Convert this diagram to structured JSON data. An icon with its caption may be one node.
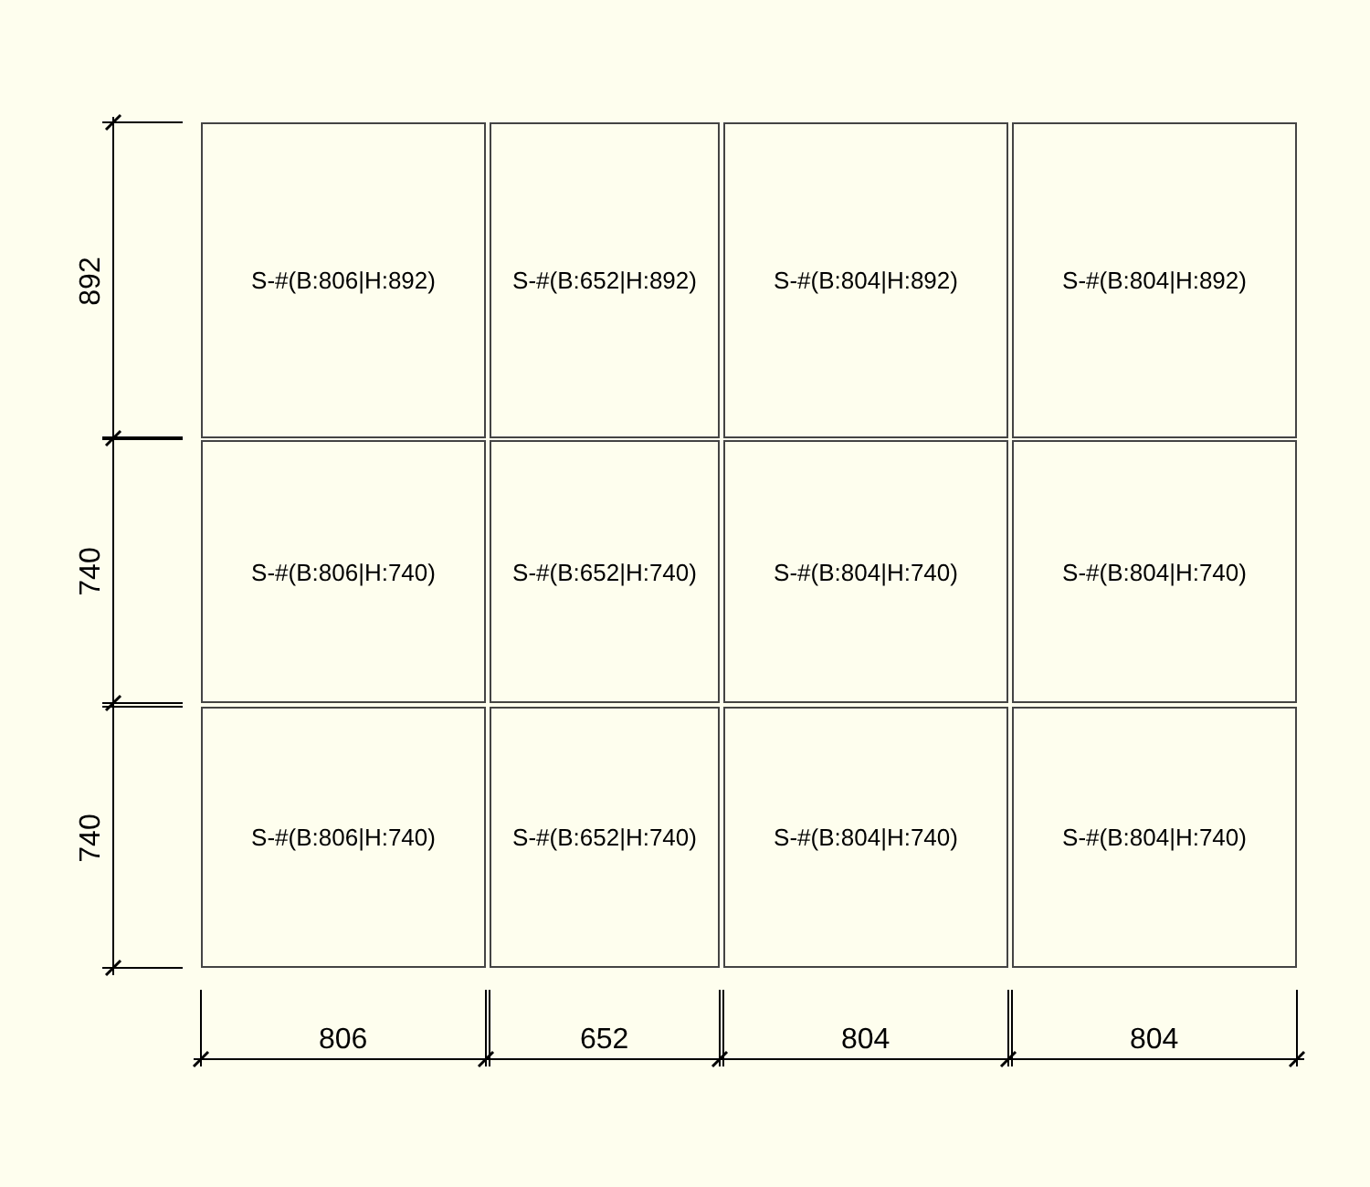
{
  "diagram": {
    "nodes": [
      {
        "text": [
          "S-#(B:806|H:892)"
        ]
      },
      {
        "text": [
          "S-#(B:652|H:892)"
        ]
      },
      {
        "text": [
          "S-#(B:804|H:892)"
        ]
      },
      {
        "text": [
          "S-#(B:804|H:892)"
        ]
      },
      {
        "text": [
          "S-#(B:806|H:740)"
        ]
      },
      {
        "text": [
          "S-#(B:652|H:740)"
        ]
      },
      {
        "text": [
          "S-#(B:804|H:740)"
        ]
      },
      {
        "text": [
          "S-#(B:804|H:740)"
        ]
      },
      {
        "text": [
          "S-#(B:806|H:740)"
        ]
      },
      {
        "text": [
          "S-#(B:652|H:740)"
        ]
      },
      {
        "text": [
          "S-#(B:804|H:740)"
        ]
      },
      {
        "text": [
          "S-#(B:804|H:740)"
        ]
      }
    ],
    "labels": [
      "892",
      "740",
      "740",
      "806",
      "652",
      "804",
      "804"
    ]
  }
}
